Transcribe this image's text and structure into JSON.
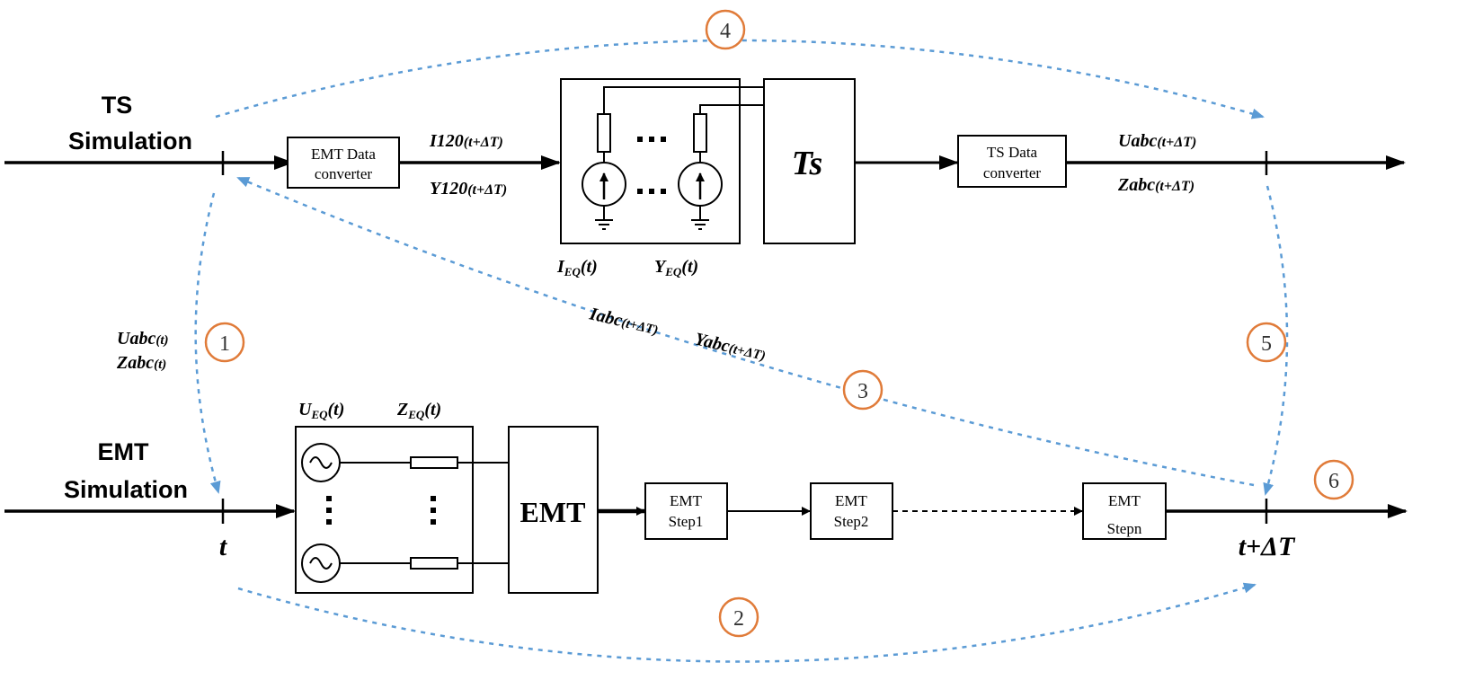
{
  "titles": {
    "ts_line1": "TS",
    "ts_line2": "Simulation",
    "emt_line1": "EMT",
    "emt_line2": "Simulation"
  },
  "blocks": {
    "emt_converter_line1": "EMT Data",
    "emt_converter_line2": "converter",
    "ts_block": "Ts",
    "ts_converter_line1": "TS Data",
    "ts_converter_line2": "converter",
    "emt_block": "EMT",
    "step1_line1": "EMT",
    "step1_line2": "Step1",
    "step2_line1": "EMT",
    "step2_line2": "Step2",
    "stepn_line1": "EMT",
    "stepn_line2": "Stepn"
  },
  "signals": {
    "i120_main": "I120",
    "i120_arg": "(t+ΔT)",
    "y120_main": "Y120",
    "y120_arg": "(t+ΔT)",
    "ieq_main": "I",
    "ieq_sub": "EQ",
    "ieq_arg": "(t)",
    "yeq_main": "Y",
    "yeq_sub": "EQ",
    "yeq_arg": "(t)",
    "uabc_out_main": "Uabc",
    "uabc_out_arg": "(t+ΔT)",
    "zabc_out_main": "Zabc",
    "zabc_out_arg": "(t+ΔT)",
    "uabc_t_main": "Uabc",
    "uabc_t_arg": "(t)",
    "zabc_t_main": "Zabc",
    "zabc_t_arg": "(t)",
    "iabc_main": "Iabc",
    "iabc_arg": "(t+ΔT)",
    "yabc_main": "Yabc",
    "yabc_arg": "(t+ΔT)",
    "ueq_main": "U",
    "ueq_sub": "EQ",
    "ueq_arg": "(t)",
    "zeq_main": "Z",
    "zeq_sub": "EQ",
    "zeq_arg": "(t)"
  },
  "time_labels": {
    "t_start": "t",
    "t_end": "t+ΔT"
  },
  "steps": [
    "1",
    "2",
    "3",
    "4",
    "5",
    "6"
  ],
  "colors": {
    "dashed_arrow": "#5b9bd5",
    "step_circle": "#e07b39",
    "line": "#000000"
  }
}
